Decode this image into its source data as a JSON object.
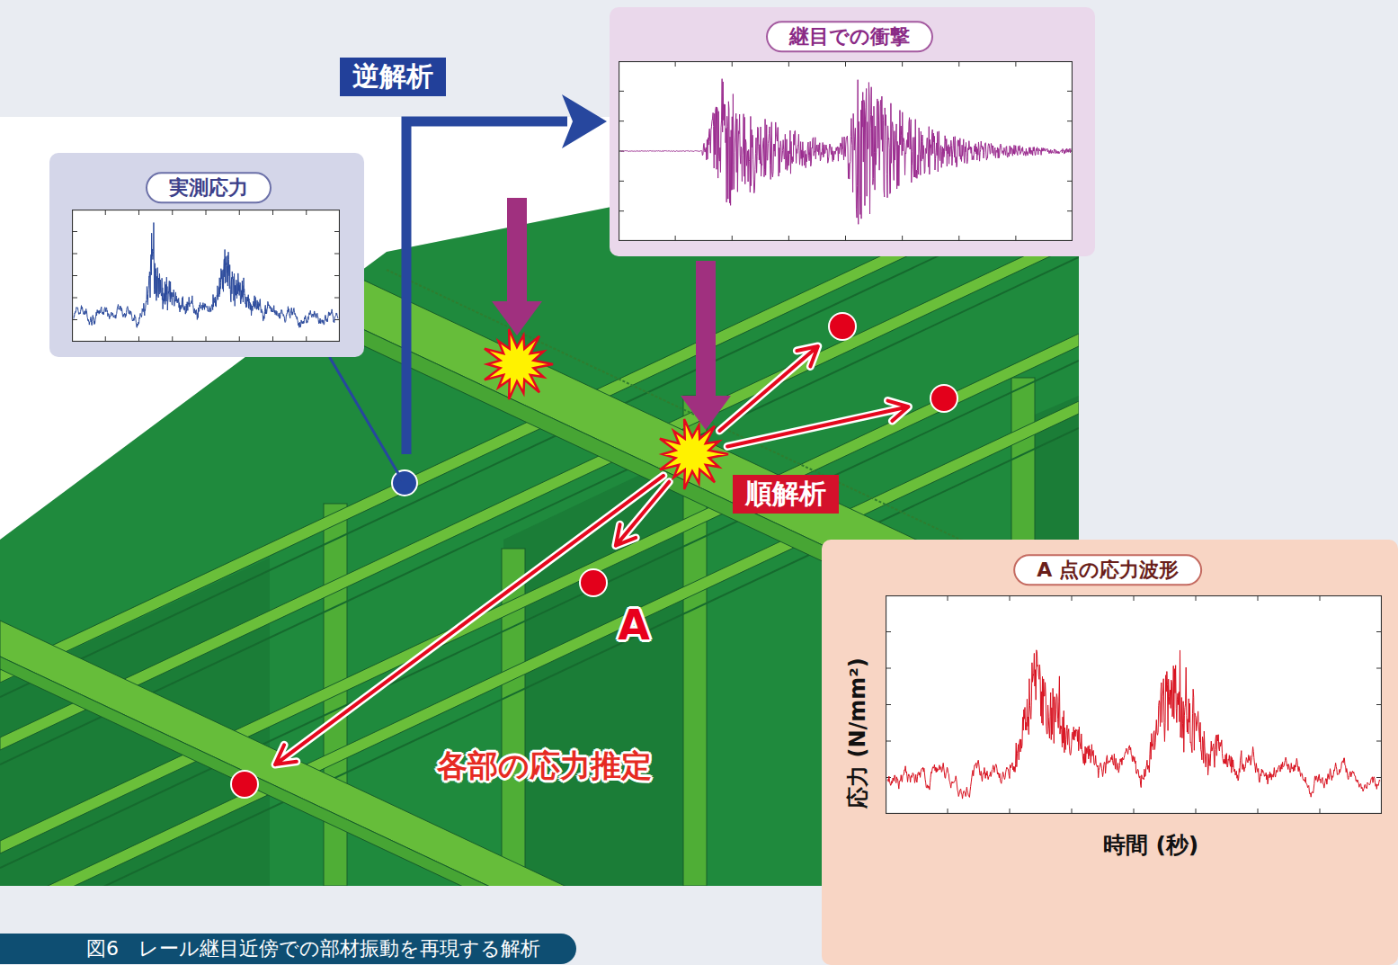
{
  "diagram": {
    "caption": "図6　レール継目近傍での部材振動を再現する解析",
    "nodes": [
      {
        "text": [
          "実測応力"
        ]
      },
      {
        "text": [
          "継目での衝撃"
        ]
      },
      {
        "text": [
          "A 点の応力波形",
          "応力 (N/mm²)",
          "時間 (秒)"
        ]
      }
    ],
    "edges": [
      {
        "from": 0,
        "to": 1,
        "arrow": "to",
        "label": "逆解析"
      }
    ],
    "labels": [
      "順解析",
      "A",
      "各部の応力推定"
    ]
  }
}
